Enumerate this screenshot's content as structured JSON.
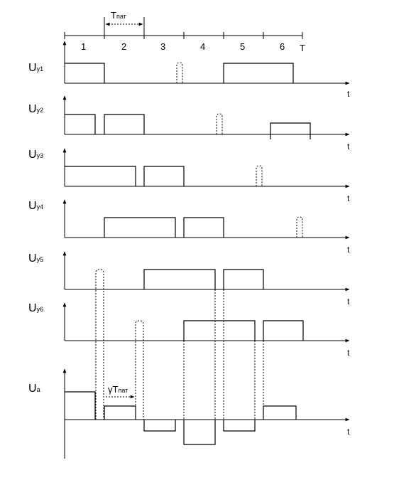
{
  "header": {
    "period_label": "T",
    "period_sub": "пат",
    "segments": [
      "1",
      "2",
      "3",
      "4",
      "5",
      "6"
    ],
    "end_label": "T"
  },
  "channels": [
    {
      "id": "uy1",
      "main": "U",
      "sub": "y1",
      "time": "t"
    },
    {
      "id": "uy2",
      "main": "U",
      "sub": "y2",
      "time": "t"
    },
    {
      "id": "uy3",
      "main": "U",
      "sub": "y3",
      "time": "t"
    },
    {
      "id": "uy4",
      "main": "U",
      "sub": "y4",
      "time": "t"
    },
    {
      "id": "uy5",
      "main": "U",
      "sub": "y5",
      "time": "t"
    },
    {
      "id": "uy6",
      "main": "U",
      "sub": "y6",
      "time": "t"
    }
  ],
  "output": {
    "main": "U",
    "sub": "a",
    "time": "t",
    "gamma_label": "γT",
    "gamma_sub": "пат"
  }
}
